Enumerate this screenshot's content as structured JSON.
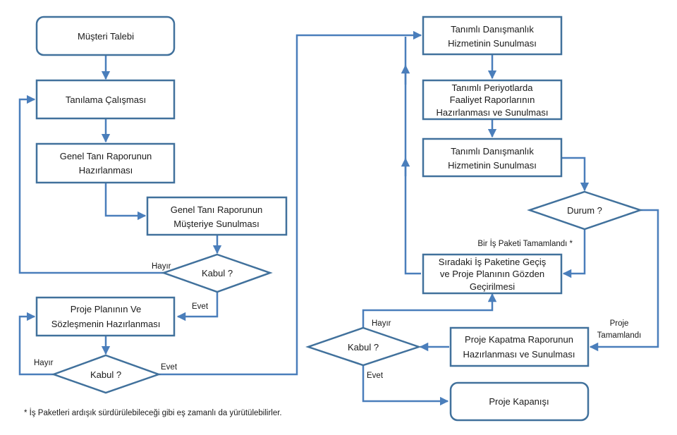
{
  "nodes": {
    "musteri_talebi": "Müşteri Talebi",
    "tanilama": "Tanılama Çalışması",
    "genel_tani_1": "Genel Tanı Raporunun",
    "genel_tani_2": "Hazırlanması",
    "sunulmasi_1": "Genel Tanı Raporunun",
    "sunulmasi_2": "Müşteriye Sunulması",
    "kabul_1": "Kabul ?",
    "proje_plani_1": "Proje Planının Ve",
    "proje_plani_2": "Sözleşmenin  Hazırlanması",
    "kabul_2": "Kabul ?",
    "danismanlik_a_1": "Tanımlı Danışmanlık",
    "danismanlik_a_2": "Hizmetinin Sunulması",
    "faaliyet_1": "Tanımlı Periyotlarda",
    "faaliyet_2": "Faaliyet Raporlarının",
    "faaliyet_3": "Hazırlanması ve Sunulması",
    "danismanlik_b_1": "Tanımlı Danışmanlık",
    "danismanlik_b_2": "Hizmetinin Sunulması",
    "durum": "Durum ?",
    "siradaki_1": "Sıradaki İş Paketine Geçiş",
    "siradaki_2": "ve Proje Planının Gözden",
    "siradaki_3": "Geçirilmesi",
    "kapatma_1": "Proje Kapatma Raporunun",
    "kapatma_2": "Hazırlanması ve Sunulması",
    "kabul_3": "Kabul ?",
    "kapanis": "Proje Kapanışı"
  },
  "labels": {
    "hayir_1": "Hayır",
    "evet_1": "Evet",
    "hayir_2": "Hayır",
    "evet_2": "Evet",
    "is_paketi": "Bir İş Paketi Tamamlandı *",
    "proje": "Proje",
    "tamamlandi": "Tamamlandı",
    "hayir_3": "Hayır",
    "evet_3": "Evet"
  },
  "footnote": "* İş Paketleri ardışık sürdürülebileceği gibi eş zamanlı da yürütülebilirler.",
  "colors": {
    "box_stroke": "#41719c",
    "line": "#4a7ebb",
    "text": "#1a1a1a"
  }
}
